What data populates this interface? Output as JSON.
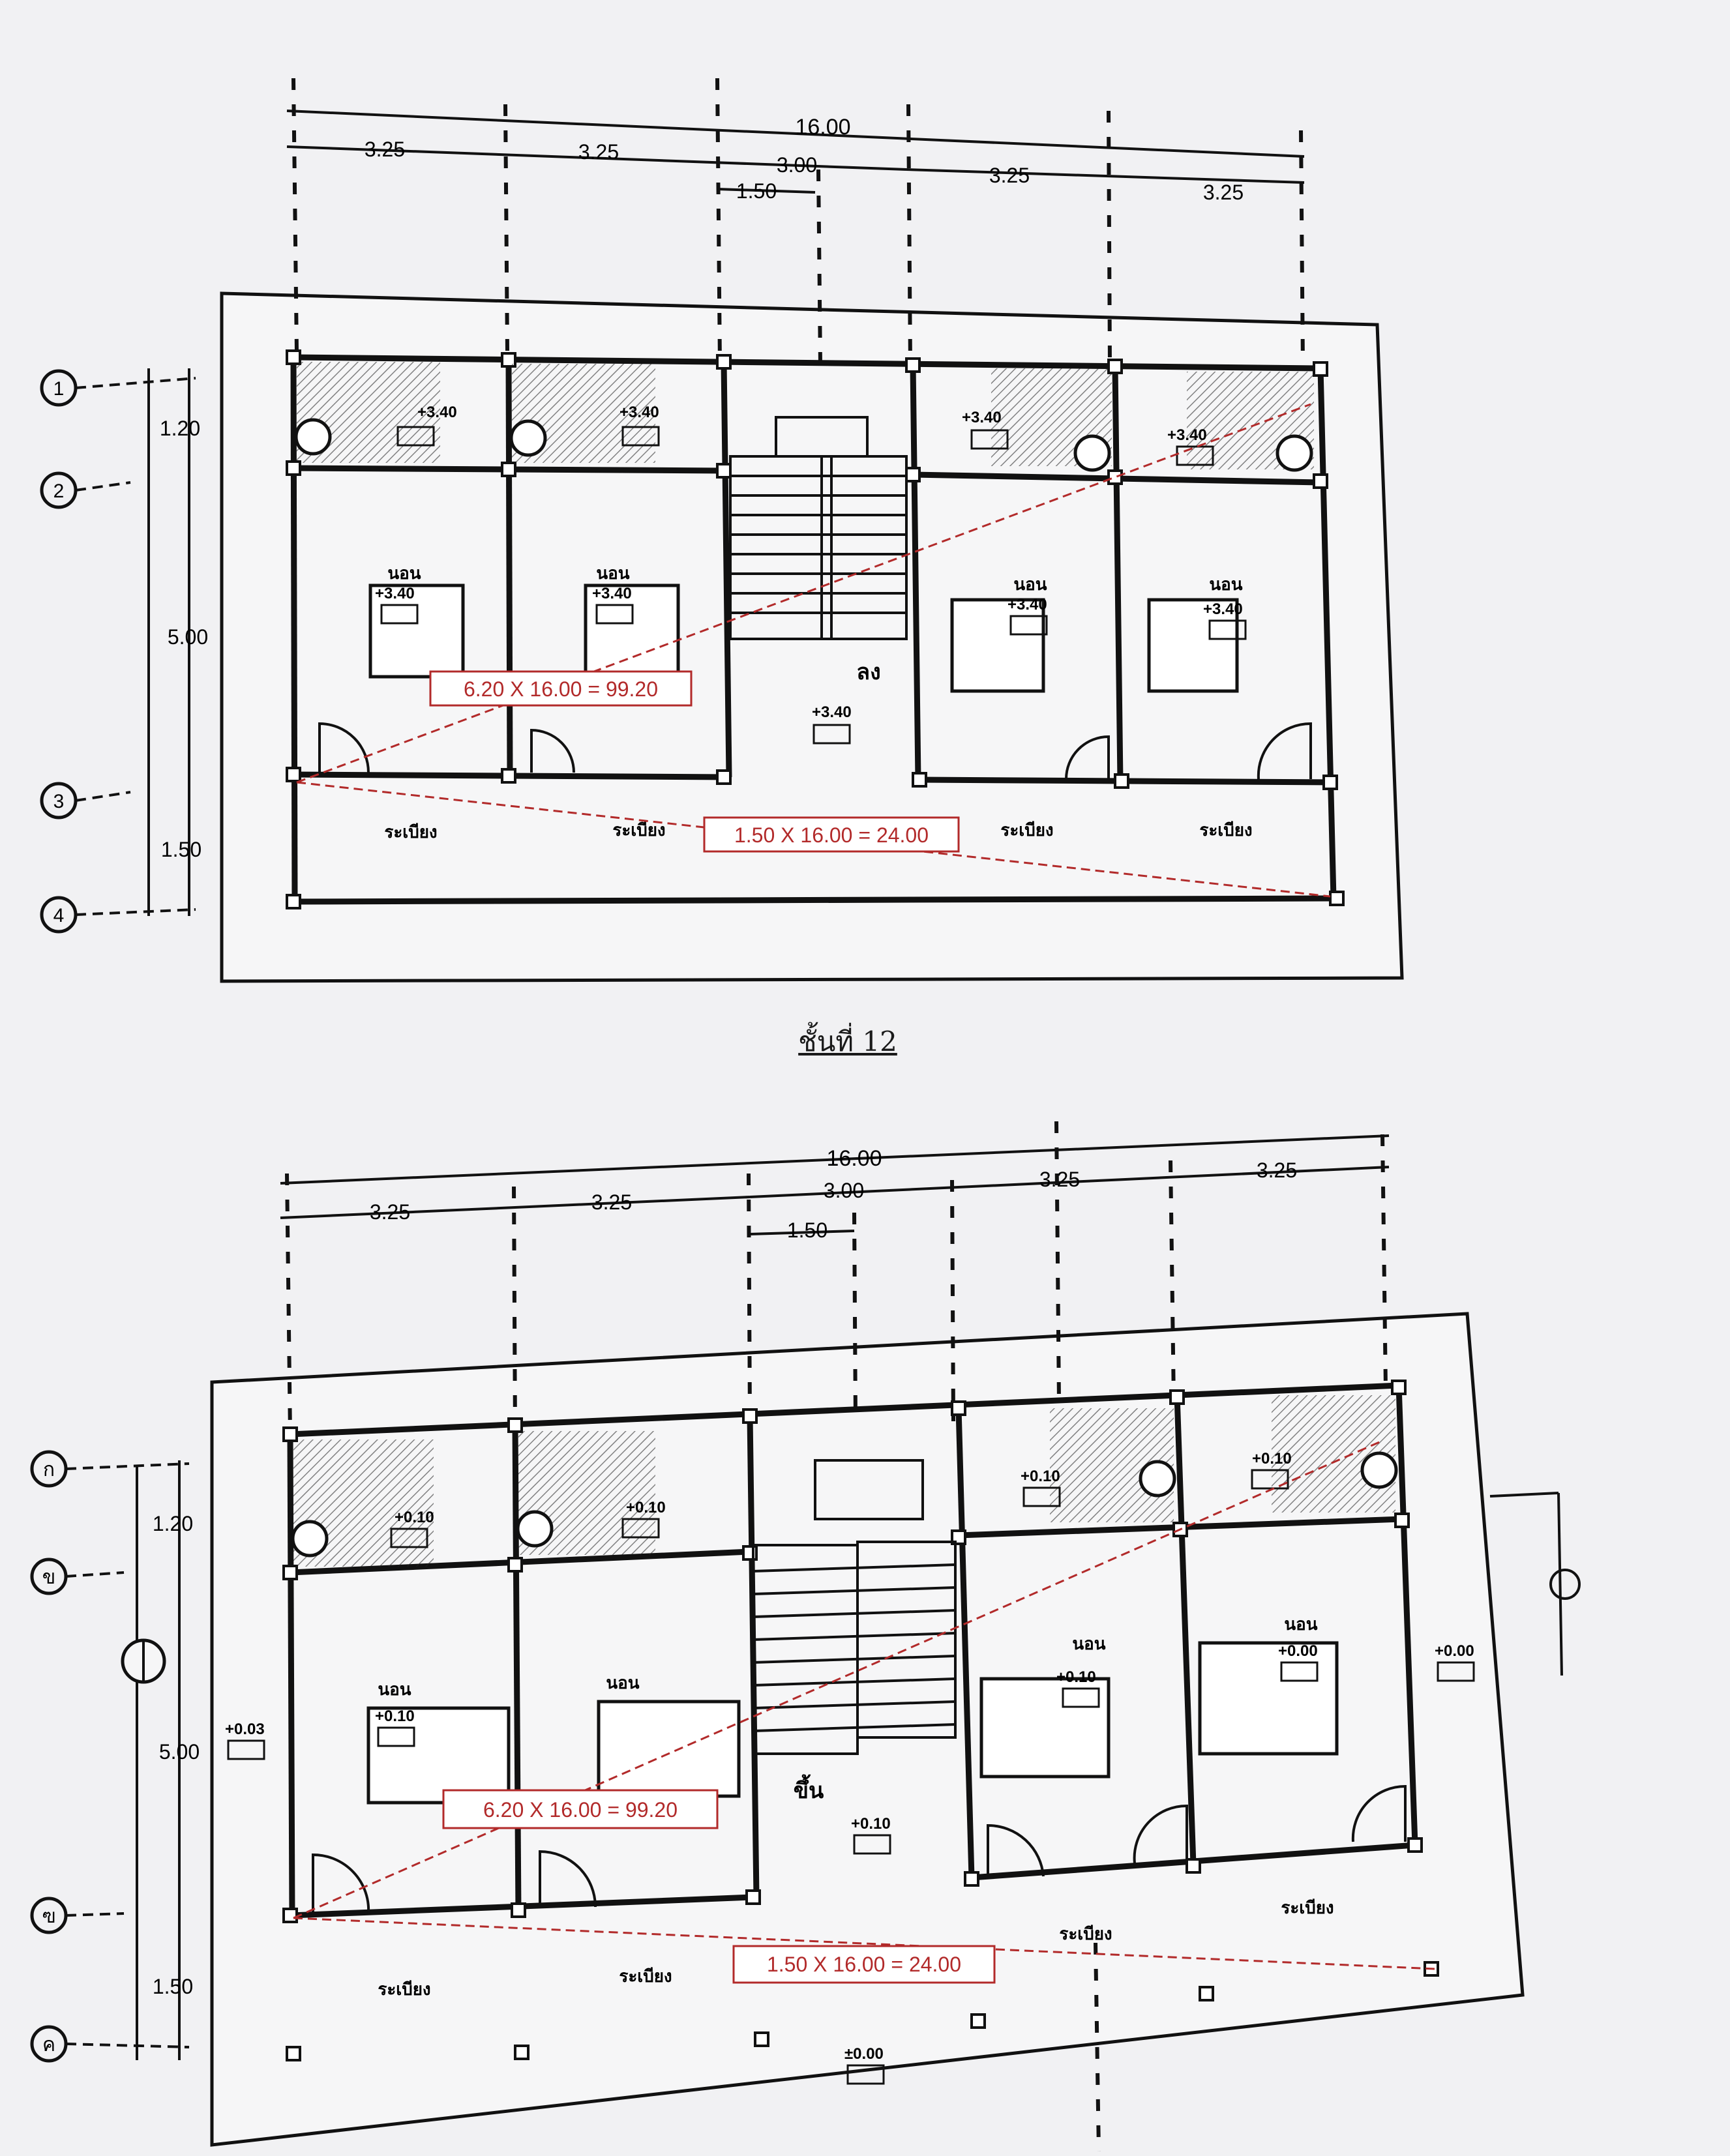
{
  "plan_top": {
    "dims": {
      "overall": "16.00",
      "bays": [
        "3.25",
        "3.25",
        "3.00",
        "3.25",
        "3.25"
      ],
      "stair_offset": "1.50",
      "rows": [
        "1.20",
        "5.00",
        "1.50"
      ]
    },
    "grid_bubbles": [
      "1",
      "2",
      "3",
      "4"
    ],
    "area_labels": [
      "6.20 X 16.00 = 99.20",
      "1.50 X 16.00 = 24.00"
    ],
    "rooms": {
      "bedrooms": [
        "นอน",
        "นอน",
        "นอน",
        "นอน"
      ],
      "balconies": [
        "ระเบียง",
        "ระเบียง",
        "ระเบียง",
        "ระเบียง"
      ],
      "stair": "ลง"
    },
    "levels": [
      "+3.40",
      "+3.40",
      "+3.40",
      "+3.40",
      "+3.40",
      "+3.40",
      "+3.40",
      "+3.40",
      "+3.40"
    ]
  },
  "caption": "ชั้นที่ 12",
  "plan_bottom": {
    "dims": {
      "overall": "16.00",
      "bays": [
        "3.25",
        "3.25",
        "3.00",
        "3.25",
        "3.25"
      ],
      "stair_offset": "1.50",
      "rows": [
        "1.20",
        "5.00",
        "1.50"
      ]
    },
    "grid_bubbles": [
      "ก",
      "ข",
      "ฃ",
      "ค"
    ],
    "area_labels": [
      "6.20 X 16.00 = 99.20",
      "1.50 X 16.00 = 24.00"
    ],
    "rooms": {
      "bedrooms": [
        "นอน",
        "นอน",
        "นอน",
        "นอน"
      ],
      "balconies": [
        "ระเบียง",
        "ระเบียง",
        "ระเบียง",
        "ระเบียง"
      ],
      "stair": "ขึ้น"
    },
    "levels": [
      "+0.10",
      "+0.10",
      "+0.10",
      "+0.10",
      "+0.10",
      "+0.10",
      "+0.10",
      "+0.00",
      "+0.00",
      "+0.03",
      "±0.00"
    ]
  },
  "colors": {
    "paper": "#f1f1f3",
    "ink": "#111111",
    "annotation_red": "#b22a2a"
  }
}
